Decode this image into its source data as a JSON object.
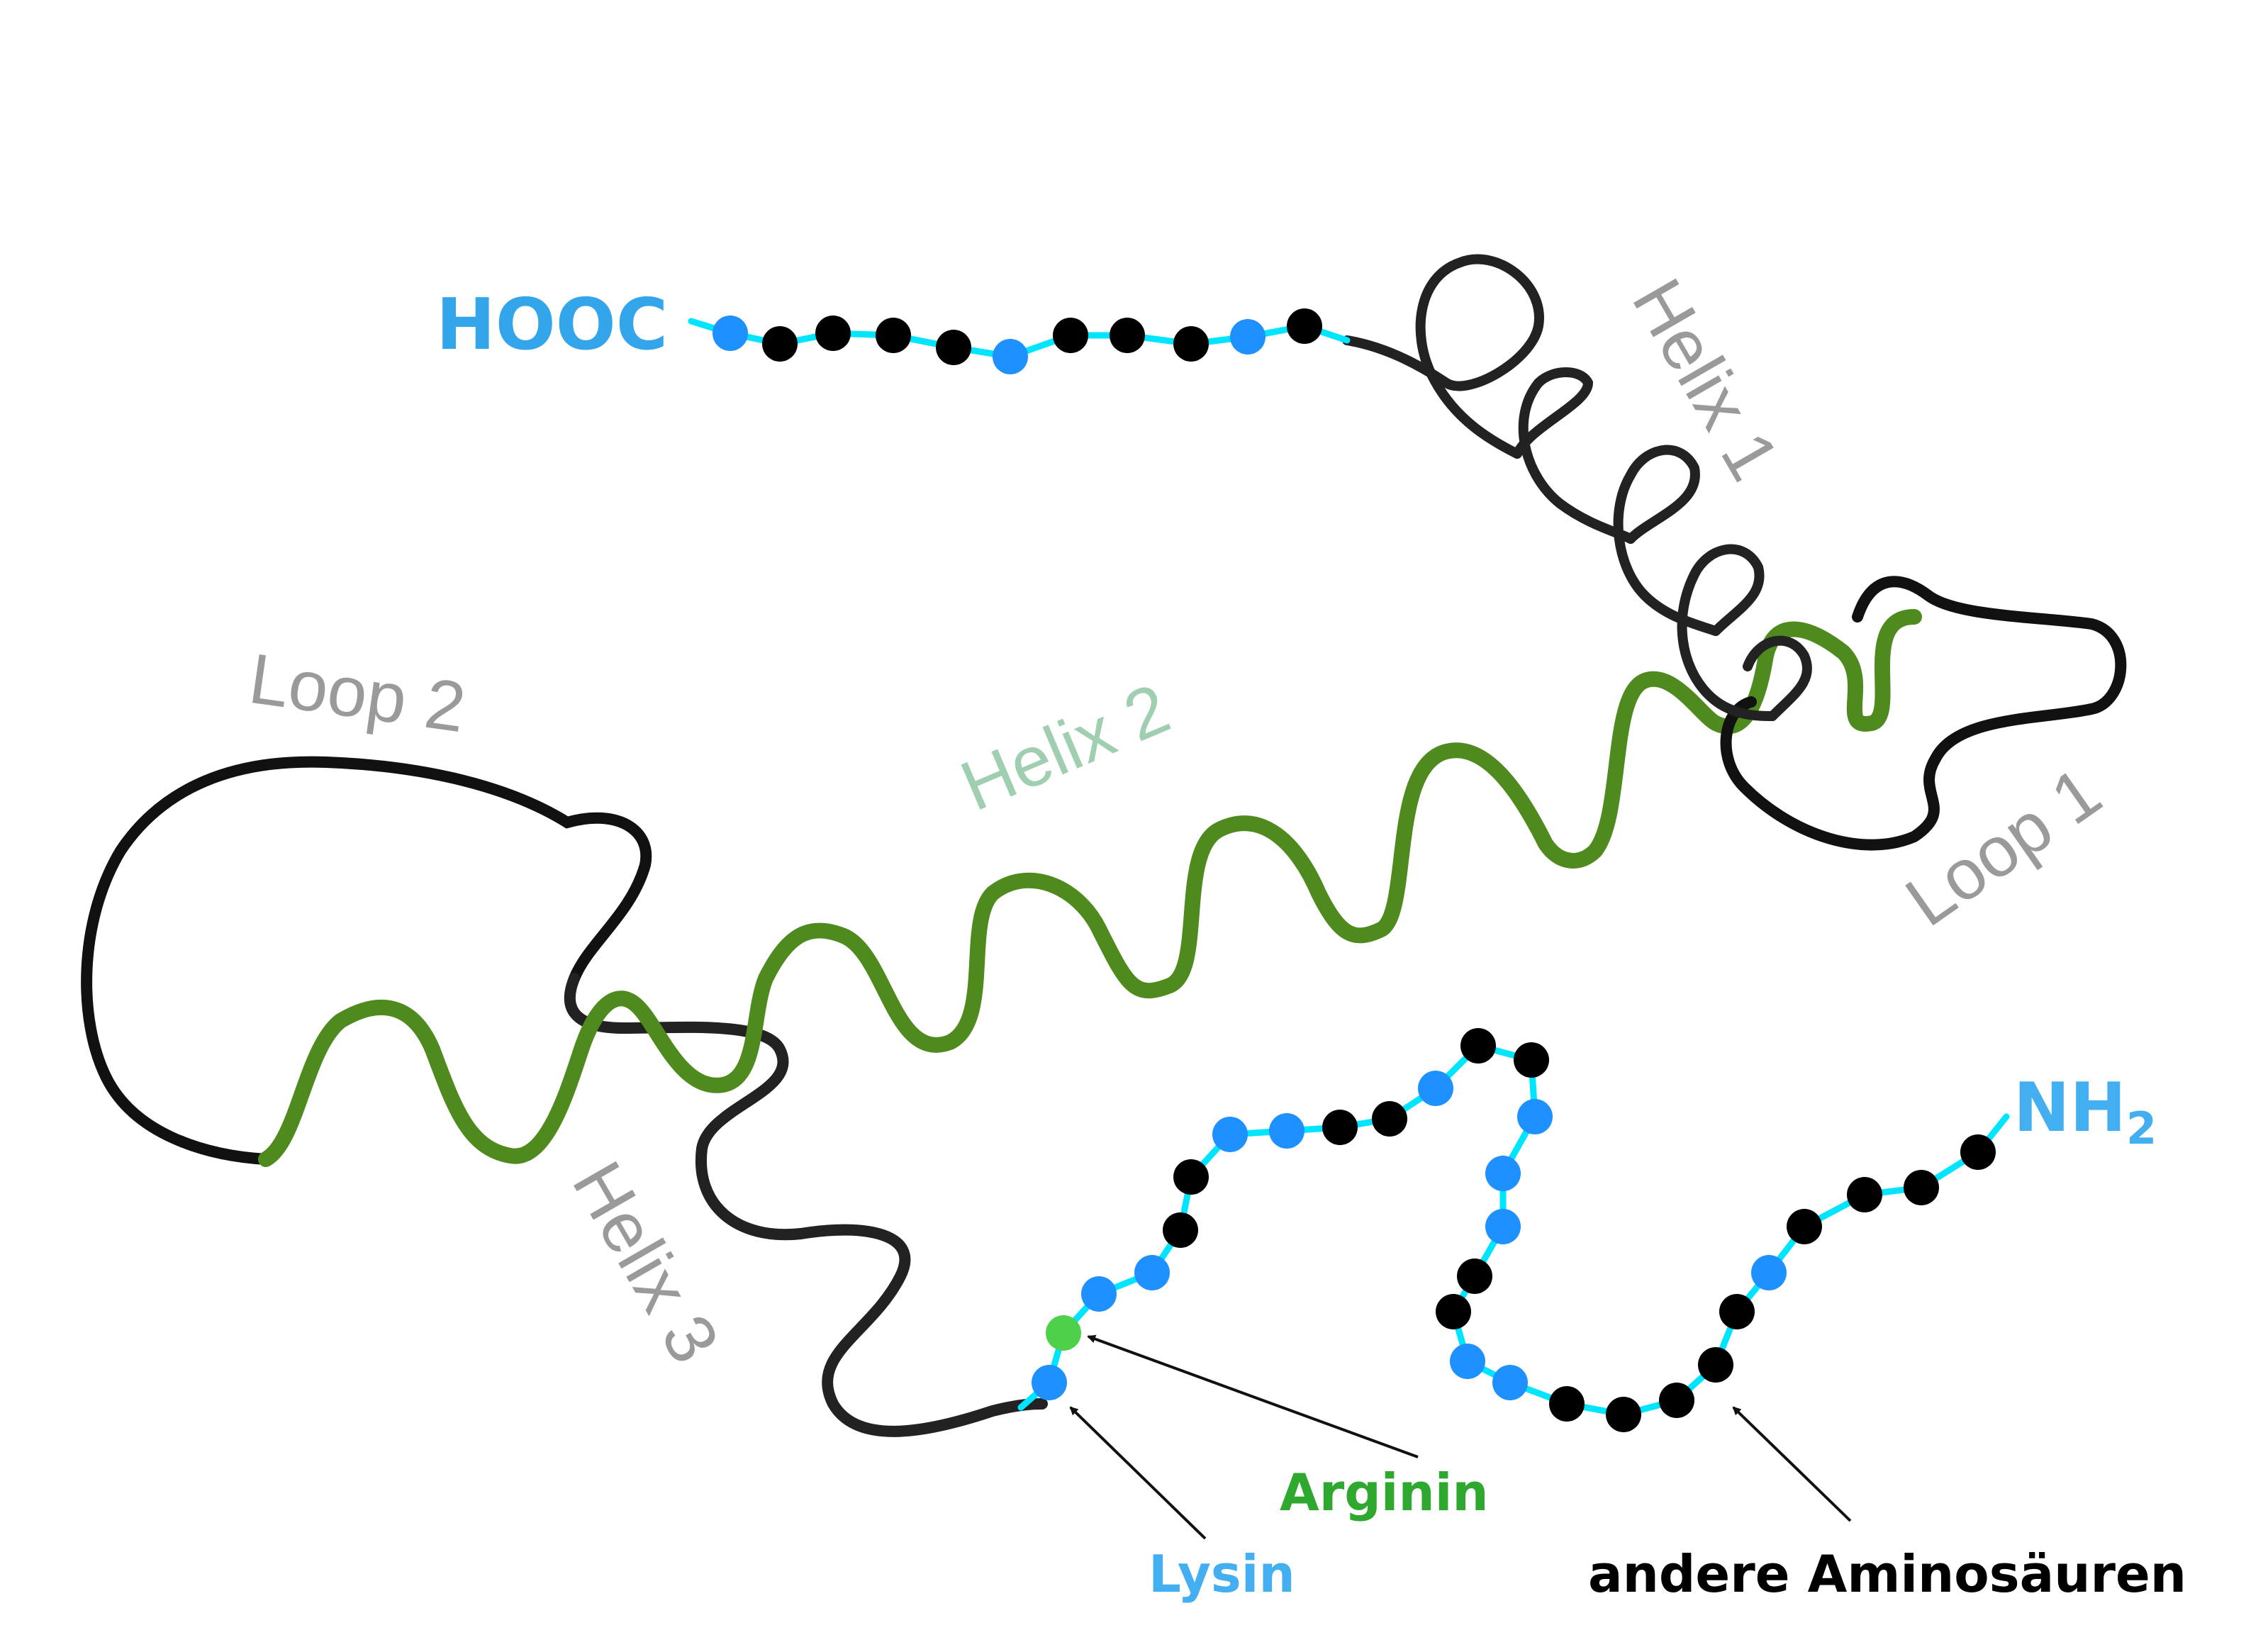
{
  "labels": {
    "hooc": "HOOC",
    "nh2_main": "NH",
    "nh2_sub": "2",
    "helix1": "Helix 1",
    "helix2": "Helix 2",
    "helix3": "Helix 3",
    "loop1": "Loop 1",
    "loop2": "Loop 2",
    "arginin": "Arginin",
    "lysin": "Lysin",
    "andere": "andere Aminosäuren"
  },
  "colors": {
    "background": "#ffffff",
    "backbone": "#00e5ff",
    "lysine": "#1e90ff",
    "arginine": "#4fd04a",
    "other": "#000000",
    "helix2": "#4f8a1f",
    "helix_black": "#111111",
    "hooc_label": "#33a5ea",
    "helix2_label": "#9fcfb0",
    "structure_label": "#9a9a9a",
    "arginin_label": "#2ea82e",
    "lysin_label": "#43aef0",
    "andere_label": "#000000"
  },
  "residues": {
    "c_terminal": [
      "lysine",
      "other",
      "other",
      "other",
      "other",
      "lysine",
      "other",
      "other",
      "other",
      "lysine",
      "other"
    ],
    "middle_chain": [
      "lysine",
      "arginine",
      "lysine",
      "lysine",
      "other",
      "other",
      "lysine",
      "lysine",
      "other",
      "other",
      "lysine",
      "other",
      "other",
      "lysine",
      "lysine",
      "lysine",
      "other",
      "other",
      "lysine",
      "lysine",
      "other",
      "other",
      "other",
      "other",
      "other",
      "lysine",
      "other",
      "other",
      "other",
      "other"
    ]
  }
}
